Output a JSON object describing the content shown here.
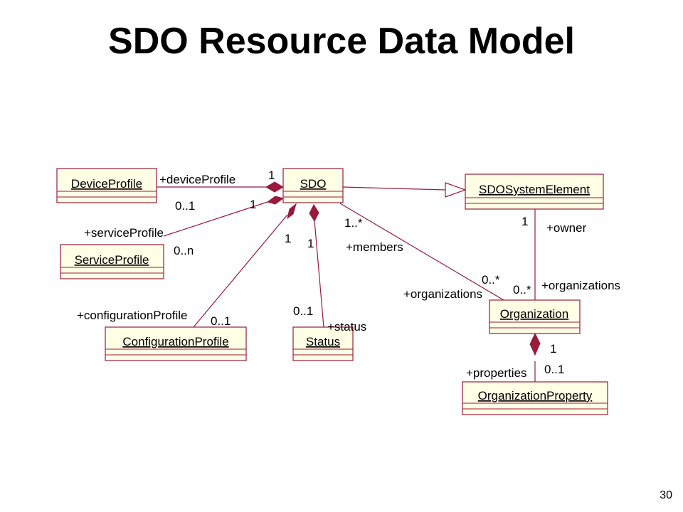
{
  "title": "SDO Resource Data Model",
  "page_number": "30",
  "colors": {
    "line": "#9a1a3c",
    "class_fill": "#ffffe6"
  },
  "classes": {
    "device_profile": "DeviceProfile",
    "sdo": "SDO",
    "sdo_system_element": "SDOSystemElement",
    "service_profile": "ServiceProfile",
    "configuration_profile": "ConfigurationProfile",
    "status": "Status",
    "organization": "Organization",
    "organization_property": "OrganizationProperty"
  },
  "labels": {
    "device_profile_role": "+deviceProfile",
    "device_profile_sdo_mult": "1",
    "device_profile_mult": "0..1",
    "service_profile_sdo_mult": "1",
    "service_profile_role": "+serviceProfile",
    "service_profile_mult": "0..n",
    "configuration_sdo_mult": "1",
    "configuration_role": "+configurationProfile",
    "configuration_mult": "0..1",
    "status_sdo_mult": "1",
    "status_mult": "0..1",
    "status_role": "+status",
    "members_mult": "1..*",
    "members_role": "+members",
    "org_from_sdo_mult": "0..*",
    "org_from_sdo_role": "+organizations",
    "owner_mult": "1",
    "owner_role": "+owner",
    "org_from_owner_mult": "0..*",
    "org_from_owner_role": "+organizations",
    "property_org_mult": "1",
    "properties_role": "+properties",
    "properties_mult": "0..1"
  }
}
